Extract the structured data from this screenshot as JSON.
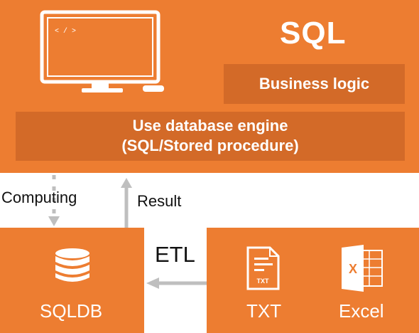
{
  "title": "SQL",
  "monitor_code": "< / >",
  "business_logic": "Business logic",
  "engine_line1": "Use database engine",
  "engine_line2": "(SQL/Stored procedure)",
  "computing": "Computing",
  "result": "Result",
  "etl": "ETL",
  "sqldb": "SQLDB",
  "txt_label": "TXT",
  "txt_icon_text": "TXT",
  "excel_label": "Excel",
  "excel_icon_text": "X",
  "colors": {
    "accent": "#ED7D31",
    "accent_dark": "#D36A28",
    "arrow": "#BFBFBF"
  }
}
